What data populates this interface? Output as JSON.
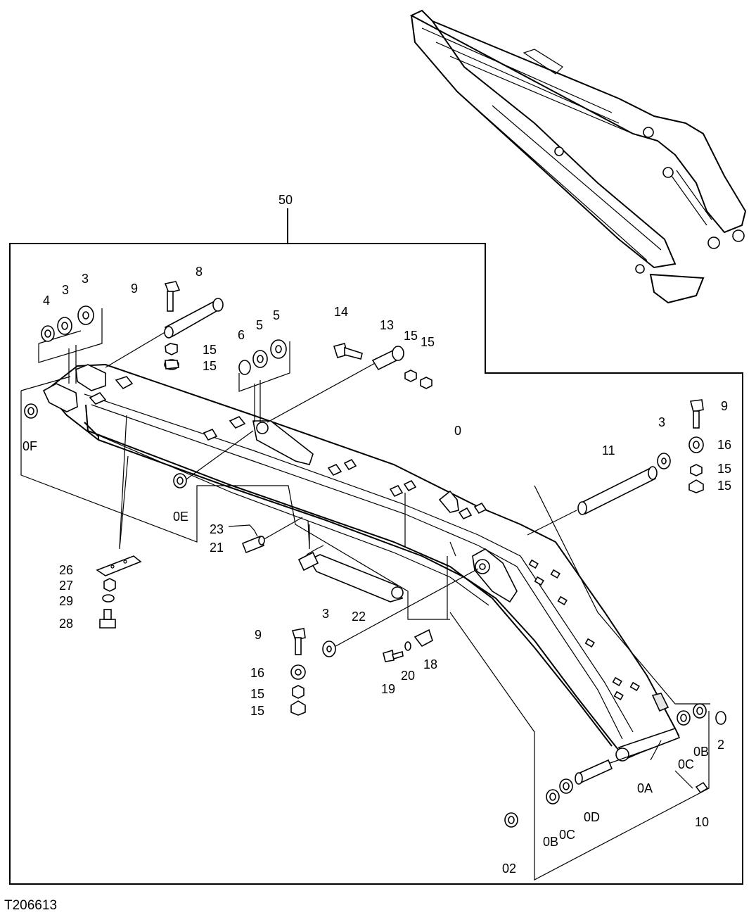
{
  "figure_id": "T206613",
  "callouts": [
    {
      "id": "c50",
      "label": "50"
    },
    {
      "id": "c4",
      "label": "4"
    },
    {
      "id": "c3a",
      "label": "3"
    },
    {
      "id": "c3b",
      "label": "3"
    },
    {
      "id": "c9a",
      "label": "9"
    },
    {
      "id": "c8",
      "label": "8"
    },
    {
      "id": "c15a",
      "label": "15"
    },
    {
      "id": "c15b",
      "label": "15"
    },
    {
      "id": "c6",
      "label": "6"
    },
    {
      "id": "c5a",
      "label": "5"
    },
    {
      "id": "c5b",
      "label": "5"
    },
    {
      "id": "c14",
      "label": "14"
    },
    {
      "id": "c13",
      "label": "13"
    },
    {
      "id": "c15c",
      "label": "15"
    },
    {
      "id": "c15d",
      "label": "15"
    },
    {
      "id": "c0F",
      "label": "0F"
    },
    {
      "id": "c0",
      "label": "0"
    },
    {
      "id": "c9b",
      "label": "9"
    },
    {
      "id": "c3c",
      "label": "3"
    },
    {
      "id": "c16a",
      "label": "16"
    },
    {
      "id": "c11",
      "label": "11"
    },
    {
      "id": "c15e",
      "label": "15"
    },
    {
      "id": "c15f",
      "label": "15"
    },
    {
      "id": "c0E",
      "label": "0E"
    },
    {
      "id": "c23",
      "label": "23"
    },
    {
      "id": "c21",
      "label": "21"
    },
    {
      "id": "c26",
      "label": "26"
    },
    {
      "id": "c27",
      "label": "27"
    },
    {
      "id": "c29",
      "label": "29"
    },
    {
      "id": "c28",
      "label": "28"
    },
    {
      "id": "c22",
      "label": "22"
    },
    {
      "id": "c3d",
      "label": "3"
    },
    {
      "id": "c9c",
      "label": "9"
    },
    {
      "id": "c16b",
      "label": "16"
    },
    {
      "id": "c15g",
      "label": "15"
    },
    {
      "id": "c15h",
      "label": "15"
    },
    {
      "id": "c19",
      "label": "19"
    },
    {
      "id": "c20",
      "label": "20"
    },
    {
      "id": "c18",
      "label": "18"
    },
    {
      "id": "c2",
      "label": "2"
    },
    {
      "id": "c0B1",
      "label": "0B"
    },
    {
      "id": "c0C1",
      "label": "0C"
    },
    {
      "id": "c0A",
      "label": "0A"
    },
    {
      "id": "c0D",
      "label": "0D"
    },
    {
      "id": "c0C2",
      "label": "0C"
    },
    {
      "id": "c0B2",
      "label": "0B"
    },
    {
      "id": "c10",
      "label": "10"
    },
    {
      "id": "c02",
      "label": "02"
    }
  ]
}
